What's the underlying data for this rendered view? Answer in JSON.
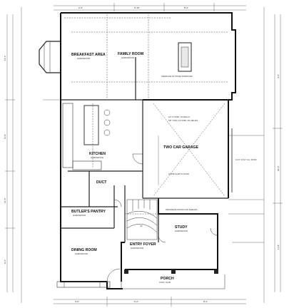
{
  "rooms": {
    "breakfast": {
      "name": "BREAKFAST AREA",
      "floor": "HARDWOOD"
    },
    "family": {
      "name": "FAMILY ROOM",
      "floor": "HARDWOOD"
    },
    "kitchen": {
      "name": "KITCHEN",
      "floor": "HARDWOOD"
    },
    "garage": {
      "name": "TWO CAR GARAGE"
    },
    "butlers": {
      "name": "BUTLER'S PANTRY",
      "floor": "HARDWOOD"
    },
    "dining": {
      "name": "DINING ROOM",
      "floor": "HARDWOOD"
    },
    "entry": {
      "name": "ENTRY FOYER",
      "floor": "HARDWOOD"
    },
    "study": {
      "name": "STUDY",
      "floor": "HARDWOOD"
    },
    "porch": {
      "name": "PORCH"
    },
    "duct": {
      "name": "DUCT"
    }
  },
  "dims": {
    "top_a": "2'-0\"",
    "top_b": "5'-10\"",
    "top_c": "8'-0\"",
    "left_a": "14'-4\"",
    "left_b": "11'-0\"",
    "left_c": "12'-6\"",
    "left_d": "9'-4\"",
    "right_a": "3'-6\"",
    "right_b": "10'-4\"",
    "right_c": "11'-8\"",
    "bottom_a": "4'-0\"",
    "bottom_b": "6'-2\"",
    "bottom_c": "8'-4\""
  },
  "notes": {
    "family_note": "FIREPLACE W/ STONE SURROUND",
    "garage_note_a": "1/2\" GYP BD. ON WALLS",
    "garage_note_b": "5/8\" TYPE X GYP BD. ON CEILING",
    "garage_note_c": "SLOPE SLAB TO DOOR",
    "study_note": "PROVIDE BLOCKING FOR SHELVES",
    "porch_note": "CONC. SLAB",
    "door_note": "16'-0\" X 8'-0\" O.H. DOOR",
    "stair_note": "UP"
  }
}
